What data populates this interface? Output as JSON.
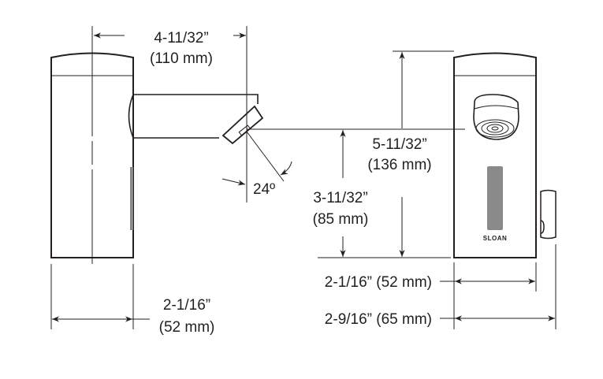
{
  "side_view": {
    "spout_reach": {
      "inches": "4-11/32”",
      "mm": "(110 mm)"
    },
    "spray_angle": "24º",
    "body_width": {
      "inches": "2-1/16”",
      "mm": "(52 mm)"
    }
  },
  "front_view": {
    "overall_height": {
      "inches": "5-11/32”",
      "mm": "(136 mm)"
    },
    "outlet_height": {
      "inches": "3-11/32”",
      "mm": "(85 mm)"
    },
    "body_width": "2-1/16” (52 mm)",
    "overall_width": "2-9/16” (65 mm)",
    "brand_logo": "SLOAN"
  },
  "colors": {
    "line": "#231f20",
    "sensor": "#8a8a8a"
  }
}
